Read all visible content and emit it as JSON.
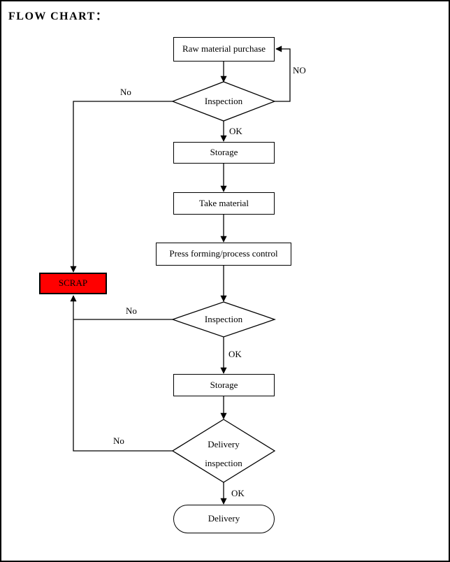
{
  "title": "FLOW CHART：",
  "colors": {
    "scrap_fill": "#FF0000",
    "line": "#000000",
    "background": "#FFFFFF",
    "text": "#000000"
  },
  "nodes": {
    "raw_material": {
      "label": "Raw material purchase",
      "type": "process"
    },
    "inspection1": {
      "label": "Inspection",
      "type": "decision"
    },
    "storage1": {
      "label": "Storage",
      "type": "process"
    },
    "take_material": {
      "label": "Take material",
      "type": "process"
    },
    "press_forming": {
      "label": "Press forming/process control",
      "type": "process"
    },
    "inspection2": {
      "label": "Inspection",
      "type": "decision"
    },
    "storage2": {
      "label": "Storage",
      "type": "process"
    },
    "delivery_inspection": {
      "line1": "Delivery",
      "line2": "inspection",
      "type": "decision"
    },
    "delivery": {
      "label": "Delivery",
      "type": "terminator"
    },
    "scrap": {
      "label": "SCRAP",
      "type": "process",
      "fill": "#FF0000"
    }
  },
  "edge_labels": {
    "no_loop": "NO",
    "no1": "No",
    "no2": "No",
    "no3": "No",
    "ok1": "OK",
    "ok2": "OK",
    "ok3": "OK"
  },
  "edges": [
    {
      "from": "raw_material",
      "to": "inspection1",
      "label": ""
    },
    {
      "from": "inspection1",
      "to": "raw_material",
      "label": "NO"
    },
    {
      "from": "inspection1",
      "to": "scrap",
      "label": "No"
    },
    {
      "from": "inspection1",
      "to": "storage1",
      "label": "OK"
    },
    {
      "from": "storage1",
      "to": "take_material",
      "label": ""
    },
    {
      "from": "take_material",
      "to": "press_forming",
      "label": ""
    },
    {
      "from": "press_forming",
      "to": "inspection2",
      "label": ""
    },
    {
      "from": "inspection2",
      "to": "scrap",
      "label": "No"
    },
    {
      "from": "inspection2",
      "to": "storage2",
      "label": "OK"
    },
    {
      "from": "storage2",
      "to": "delivery_inspection",
      "label": ""
    },
    {
      "from": "delivery_inspection",
      "to": "scrap",
      "label": "No"
    },
    {
      "from": "delivery_inspection",
      "to": "delivery",
      "label": "OK"
    }
  ]
}
